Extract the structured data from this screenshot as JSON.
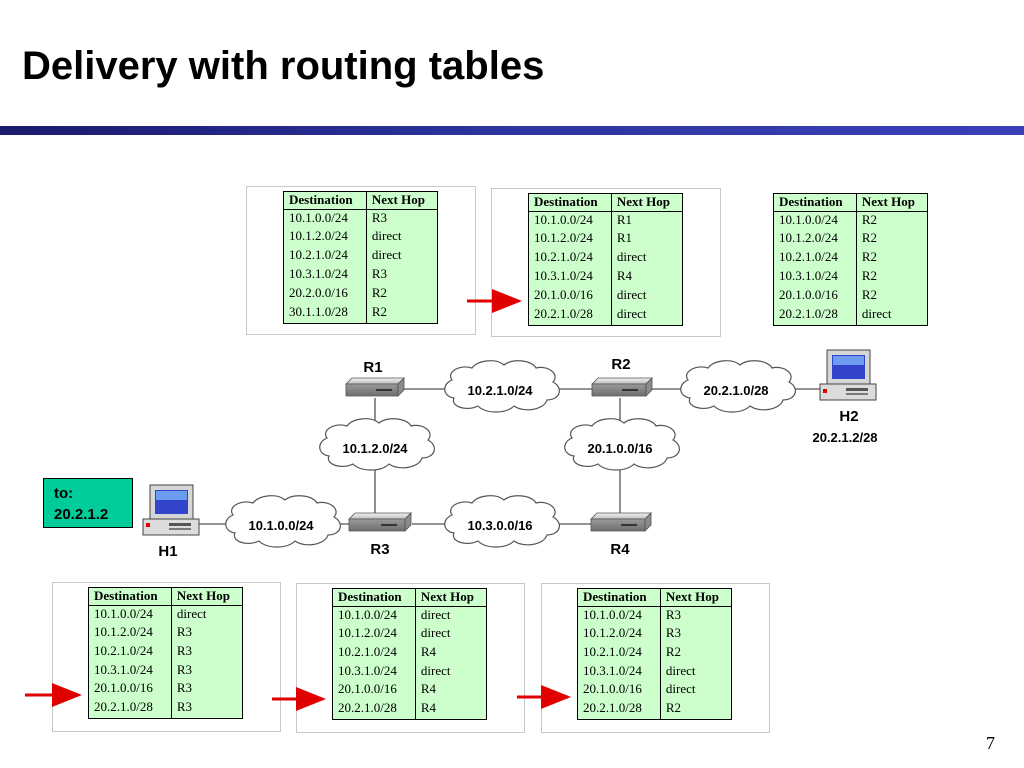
{
  "slide": {
    "title": "Delivery with routing tables",
    "page_number": "7",
    "title_bar_colors": [
      "#1a1a6e",
      "#4a52c8"
    ]
  },
  "callout": {
    "line1": "to:",
    "line2": "20.2.1.2"
  },
  "nodes": {
    "R1": "R1",
    "R2": "R2",
    "R3": "R3",
    "R4": "R4",
    "H1": "H1",
    "H2": "H2",
    "H2_addr": "20.2.1.2/28"
  },
  "networks": {
    "n1": "10.2.1.0/24",
    "n2": "20.2.1.0/28",
    "n3": "10.1.2.0/24",
    "n4": "20.1.0.0/16",
    "n5": "10.1.0.0/24",
    "n6": "10.3.0.0/16"
  },
  "tables": [
    {
      "id": "R1",
      "headers": [
        "Destination",
        "Next Hop"
      ],
      "rows": [
        [
          "10.1.0.0/24",
          "R3"
        ],
        [
          "10.1.2.0/24",
          "direct"
        ],
        [
          "10.2.1.0/24",
          "direct"
        ],
        [
          "10.3.1.0/24",
          "R3"
        ],
        [
          "20.2.0.0/16",
          "R2"
        ],
        [
          "30.1.1.0/28",
          "R2"
        ]
      ]
    },
    {
      "id": "R2",
      "headers": [
        "Destination",
        "Next Hop"
      ],
      "rows": [
        [
          "10.1.0.0/24",
          "R1"
        ],
        [
          "10.1.2.0/24",
          "R1"
        ],
        [
          "10.2.1.0/24",
          "direct"
        ],
        [
          "10.3.1.0/24",
          "R4"
        ],
        [
          "20.1.0.0/16",
          "direct"
        ],
        [
          "20.2.1.0/28",
          "direct"
        ]
      ]
    },
    {
      "id": "H2",
      "headers": [
        "Destination",
        "Next Hop"
      ],
      "rows": [
        [
          "10.1.0.0/24",
          "R2"
        ],
        [
          "10.1.2.0/24",
          "R2"
        ],
        [
          "10.2.1.0/24",
          "R2"
        ],
        [
          "10.3.1.0/24",
          "R2"
        ],
        [
          "20.1.0.0/16",
          "R2"
        ],
        [
          "20.2.1.0/28",
          "direct"
        ]
      ]
    },
    {
      "id": "H1",
      "headers": [
        "Destination",
        "Next Hop"
      ],
      "rows": [
        [
          "10.1.0.0/24",
          "direct"
        ],
        [
          "10.1.2.0/24",
          "R3"
        ],
        [
          "10.2.1.0/24",
          "R3"
        ],
        [
          "10.3.1.0/24",
          "R3"
        ],
        [
          "20.1.0.0/16",
          "R3"
        ],
        [
          "20.2.1.0/28",
          "R3"
        ]
      ]
    },
    {
      "id": "R3",
      "headers": [
        "Destination",
        "Next Hop"
      ],
      "rows": [
        [
          "10.1.0.0/24",
          "direct"
        ],
        [
          "10.1.2.0/24",
          "direct"
        ],
        [
          "10.2.1.0/24",
          "R4"
        ],
        [
          "10.3.1.0/24",
          "direct"
        ],
        [
          "20.1.0.0/16",
          "R4"
        ],
        [
          "20.2.1.0/28",
          "R4"
        ]
      ]
    },
    {
      "id": "R4",
      "headers": [
        "Destination",
        "Next Hop"
      ],
      "rows": [
        [
          "10.1.0.0/24",
          "R3"
        ],
        [
          "10.1.2.0/24",
          "R3"
        ],
        [
          "10.2.1.0/24",
          "R2"
        ],
        [
          "10.3.1.0/24",
          "direct"
        ],
        [
          "20.1.0.0/16",
          "direct"
        ],
        [
          "20.2.1.0/28",
          "R2"
        ]
      ]
    }
  ],
  "colors": {
    "table_bg": "#ccffcc",
    "callout_bg": "#00cc99",
    "arrow": "#e00000"
  }
}
